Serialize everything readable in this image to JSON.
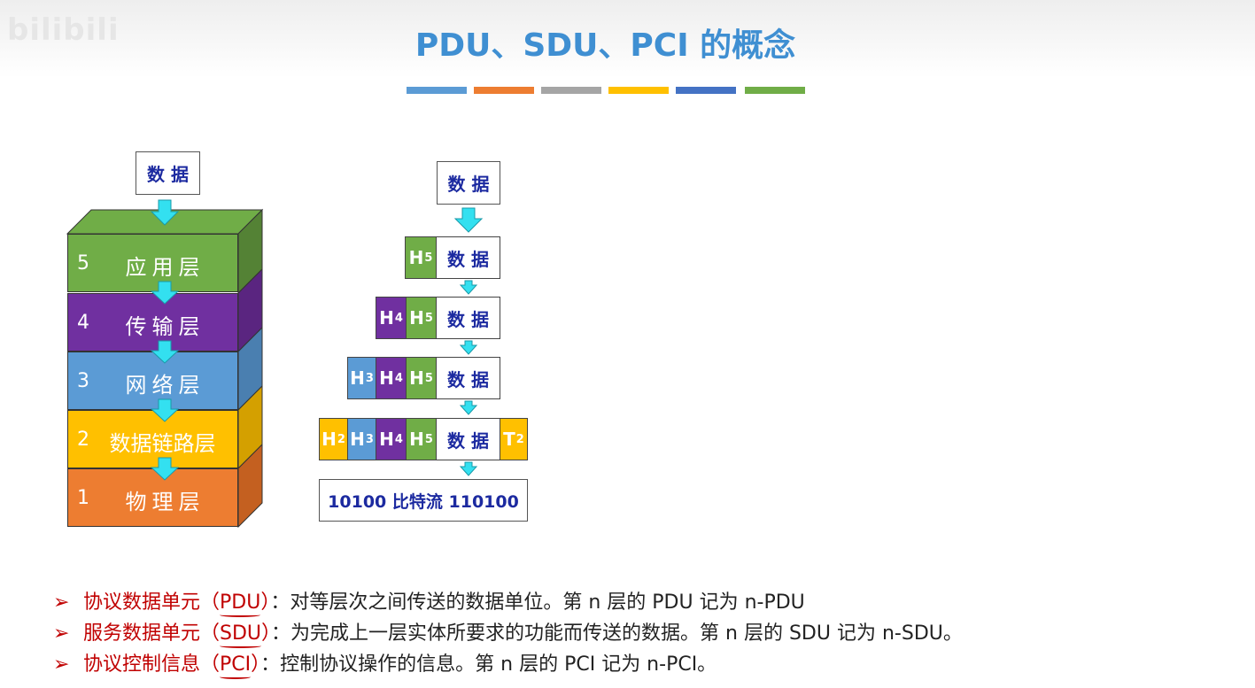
{
  "header": {
    "watermark": "bilibili",
    "title": "PDU、SDU、PCI 的概念",
    "deco_colors": [
      "#5b9bd5",
      "#ed7d31",
      "#a5a5a5",
      "#ffc000",
      "#4472c4",
      "#70ad47"
    ]
  },
  "stack": {
    "input_label": "数 据",
    "layers": [
      {
        "num": "5",
        "name": "应用层",
        "color": "#70ad47"
      },
      {
        "num": "4",
        "name": "传输层",
        "color": "#7030a0"
      },
      {
        "num": "3",
        "name": "网络层",
        "color": "#5b9bd5"
      },
      {
        "num": "2",
        "name": "数据链路层",
        "color": "#ffc000"
      },
      {
        "num": "1",
        "name": "物理层",
        "color": "#ed7d31"
      }
    ]
  },
  "encap": {
    "data_label": "数 据",
    "h5": "H",
    "h5_sub": "5",
    "h4": "H",
    "h4_sub": "4",
    "h3": "H",
    "h3_sub": "3",
    "h2": "H",
    "h2_sub": "2",
    "t2": "T",
    "t2_sub": "2",
    "bits": "10100 比特流 110100"
  },
  "definitions": [
    {
      "bullet": "➢",
      "term": "协议数据单元（",
      "abbr": "PDU",
      "close": "）",
      "desc": "：对等层次之间传送的数据单位。第 n 层的 PDU 记为 n-PDU"
    },
    {
      "bullet": "➢",
      "term": "服务数据单元（",
      "abbr": "SDU",
      "close": "）",
      "desc": "：为完成上一层实体所要求的功能而传送的数据。第 n 层的 SDU 记为 n-SDU。"
    },
    {
      "bullet": "➢",
      "term": "协议控制信息（",
      "abbr": "PCI",
      "close": "）",
      "desc": "：控制协议操作的信息。第 n 层的 PCI 记为 n-PCI。"
    }
  ]
}
